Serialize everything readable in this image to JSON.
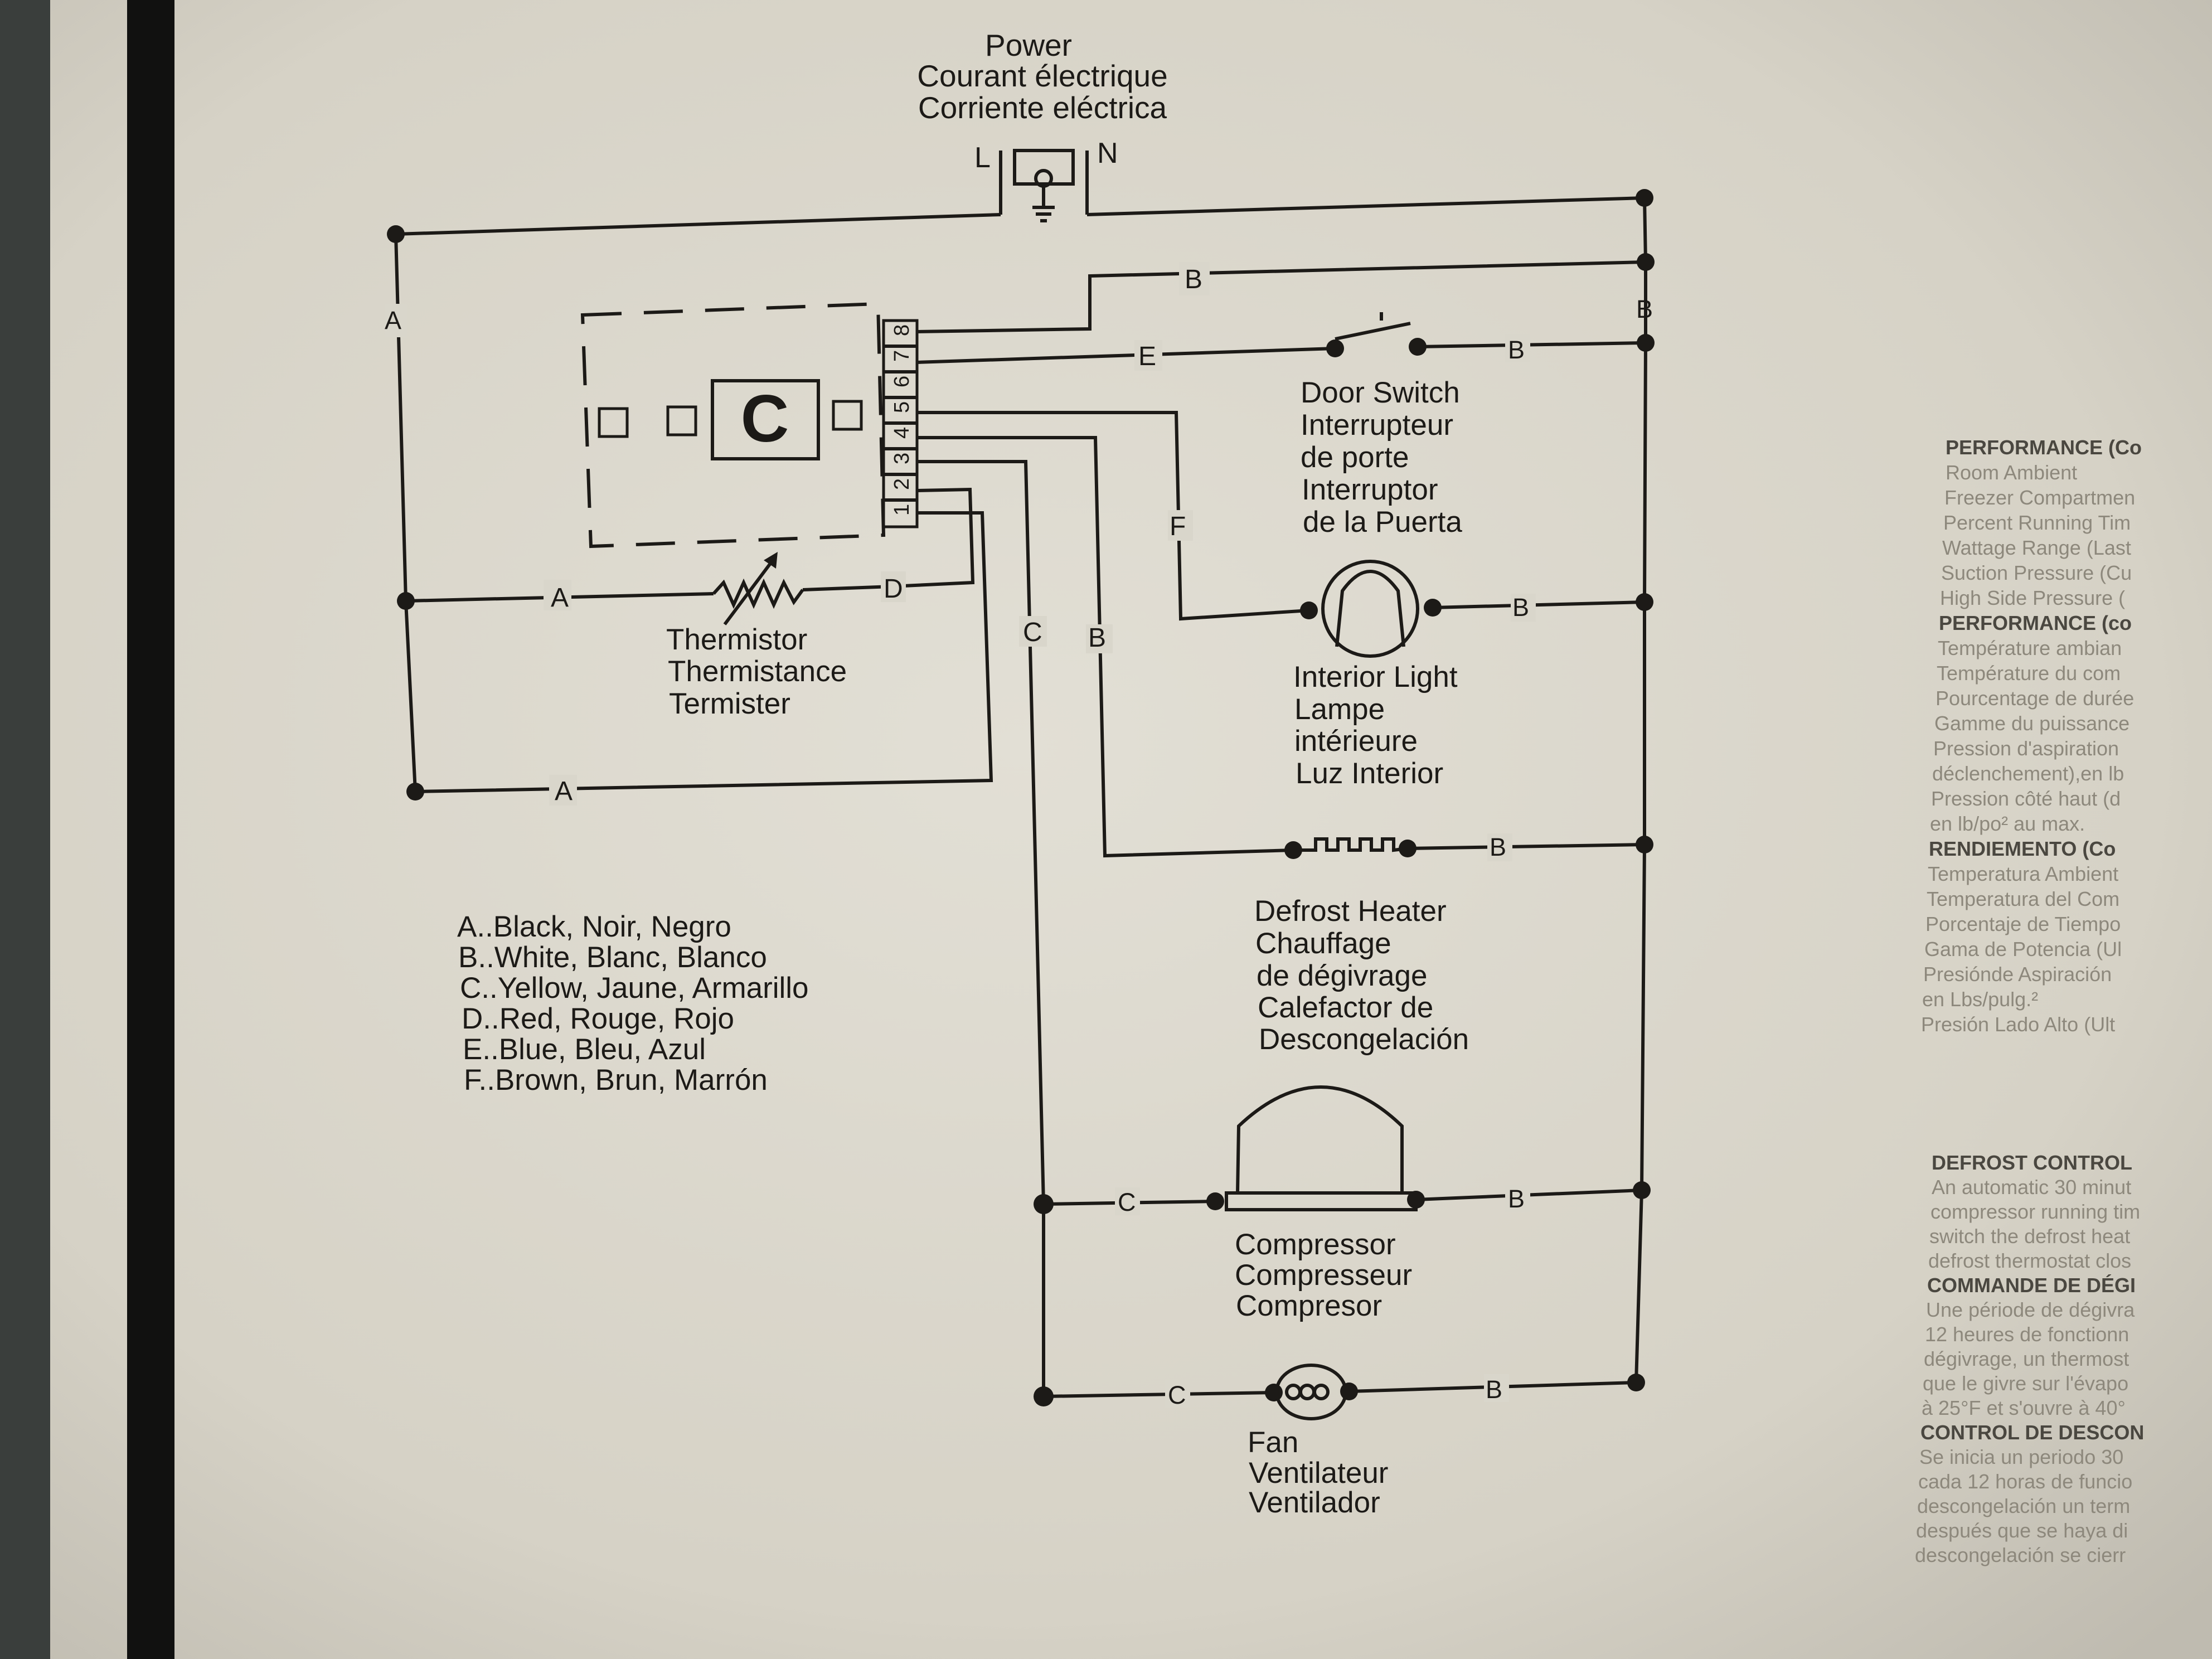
{
  "power": {
    "lines": [
      "Power",
      "Courant électrique",
      "Corriente eléctrica"
    ],
    "line_label": "L",
    "neutral_label": "N"
  },
  "wire_letters": {
    "a": "A",
    "b": "B",
    "c": "C",
    "d": "D",
    "e": "E",
    "f": "F"
  },
  "control_board": {
    "terminals": [
      "1",
      "2",
      "3",
      "4",
      "5",
      "6",
      "7",
      "8"
    ],
    "display": "C"
  },
  "components": {
    "thermistor": [
      "Thermistor",
      "Thermistance",
      "Termister"
    ],
    "door_switch": [
      "Door Switch",
      "Interrupteur",
      "de porte",
      "Interruptor",
      "de la Puerta"
    ],
    "interior_light": [
      "Interior Light",
      "Lampe",
      "intérieure",
      "Luz Interior"
    ],
    "defrost_heater": [
      "Defrost Heater",
      "Chauffage",
      "de dégivrage",
      "Calefactor de",
      "Descongelación"
    ],
    "compressor": [
      "Compressor",
      "Compresseur",
      "Compresor"
    ],
    "fan": [
      "Fan",
      "Ventilateur",
      "Ventilador"
    ]
  },
  "legend": [
    "A..Black, Noir, Negro",
    "B..White, Blanc, Blanco",
    "C..Yellow, Jaune, Armarillo",
    "D..Red, Rouge, Rojo",
    "E..Blue, Bleu, Azul",
    "F..Brown, Brun, Marrón"
  ],
  "side_text": {
    "performance": [
      "PERFORMANCE (Co",
      "Room Ambient",
      "Freezer Compartmen",
      "Percent Running Tim",
      "Wattage Range (Last",
      "Suction Pressure (Cu",
      "High Side Pressure (",
      "PERFORMANCE (co",
      "Température ambian",
      "Température du com",
      "Pourcentage de durée",
      "Gamme du puissance",
      "Pression d'aspiration",
      "déclenchement),en lb",
      "Pression côté haut (d",
      "en lb/po² au max.",
      "RENDIEMENTO (Co",
      "Temperatura Ambient",
      "Temperatura del Com",
      "Porcentaje de Tiempo",
      "Gama de Potencia (Ul",
      "Presiónde Aspiración",
      "en Lbs/pulg.²",
      "Presión Lado Alto (Ult"
    ],
    "defrost": [
      "DEFROST CONTROL",
      "An automatic 30 minut",
      "compressor running tim",
      "switch the defrost heat",
      "defrost thermostat clos",
      "COMMANDE DE DÉGI",
      "Une période de dégivra",
      "12 heures de fonctionn",
      "dégivrage, un thermost",
      "que le givre sur l'évapo",
      "à 25°F et s'ouvre à 40°",
      "CONTROL DE DESCON",
      "Se inicia un periodo 30",
      "cada 12 horas de funcio",
      "descongelación un term",
      "después que se haya di",
      "descongelación se cierr"
    ]
  },
  "colors": {
    "paper": "#d9d6cb",
    "ink": "#1c1a17",
    "background": "#3a3e3c"
  }
}
